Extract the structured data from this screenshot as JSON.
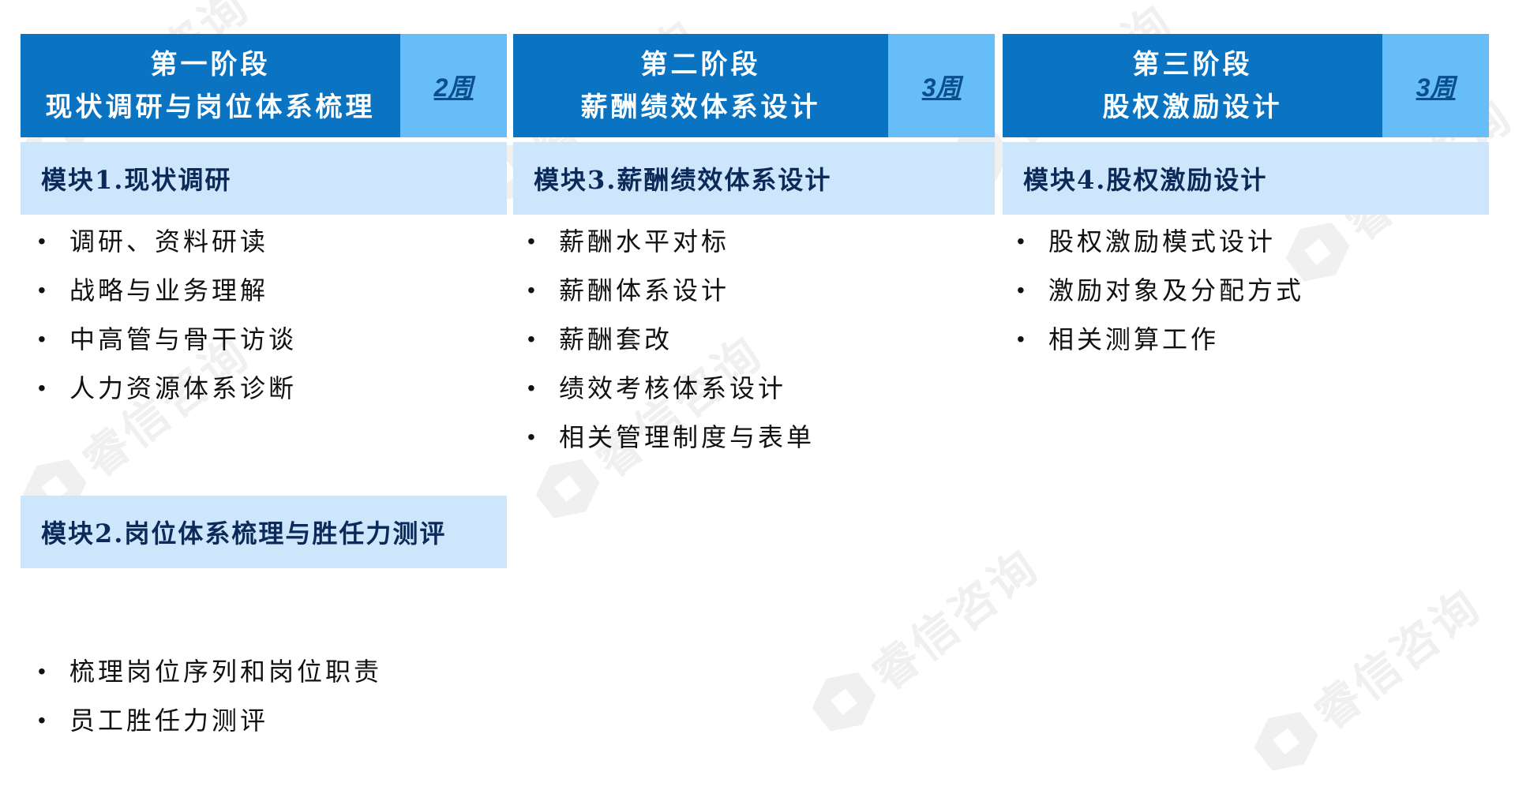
{
  "watermark": {
    "text": "睿信咨询"
  },
  "stages": [
    {
      "title_line1": "第一阶段",
      "title_line2": "现状调研与岗位体系梳理",
      "duration": "2周"
    },
    {
      "title_line1": "第二阶段",
      "title_line2": "薪酬绩效体系设计",
      "duration": "3周"
    },
    {
      "title_line1": "第三阶段",
      "title_line2": "股权激励设计",
      "duration": "3周"
    }
  ],
  "modules": [
    {
      "title": "模块1.现状调研",
      "items": [
        "调研、资料研读",
        "战略与业务理解",
        "中高管与骨干访谈",
        "人力资源体系诊断"
      ]
    },
    {
      "title": "模块2.岗位体系梳理与胜任力测评",
      "items": [
        "梳理岗位序列和岗位职责",
        "员工胜任力测评"
      ]
    },
    {
      "title": "模块3.薪酬绩效体系设计",
      "items": [
        "薪酬水平对标",
        "薪酬体系设计",
        "薪酬套改",
        "绩效考核体系设计",
        "相关管理制度与表单"
      ]
    },
    {
      "title": "模块4.股权激励设计",
      "items": [
        "股权激励模式设计",
        "激励对象及分配方式",
        "相关测算工作"
      ]
    }
  ]
}
